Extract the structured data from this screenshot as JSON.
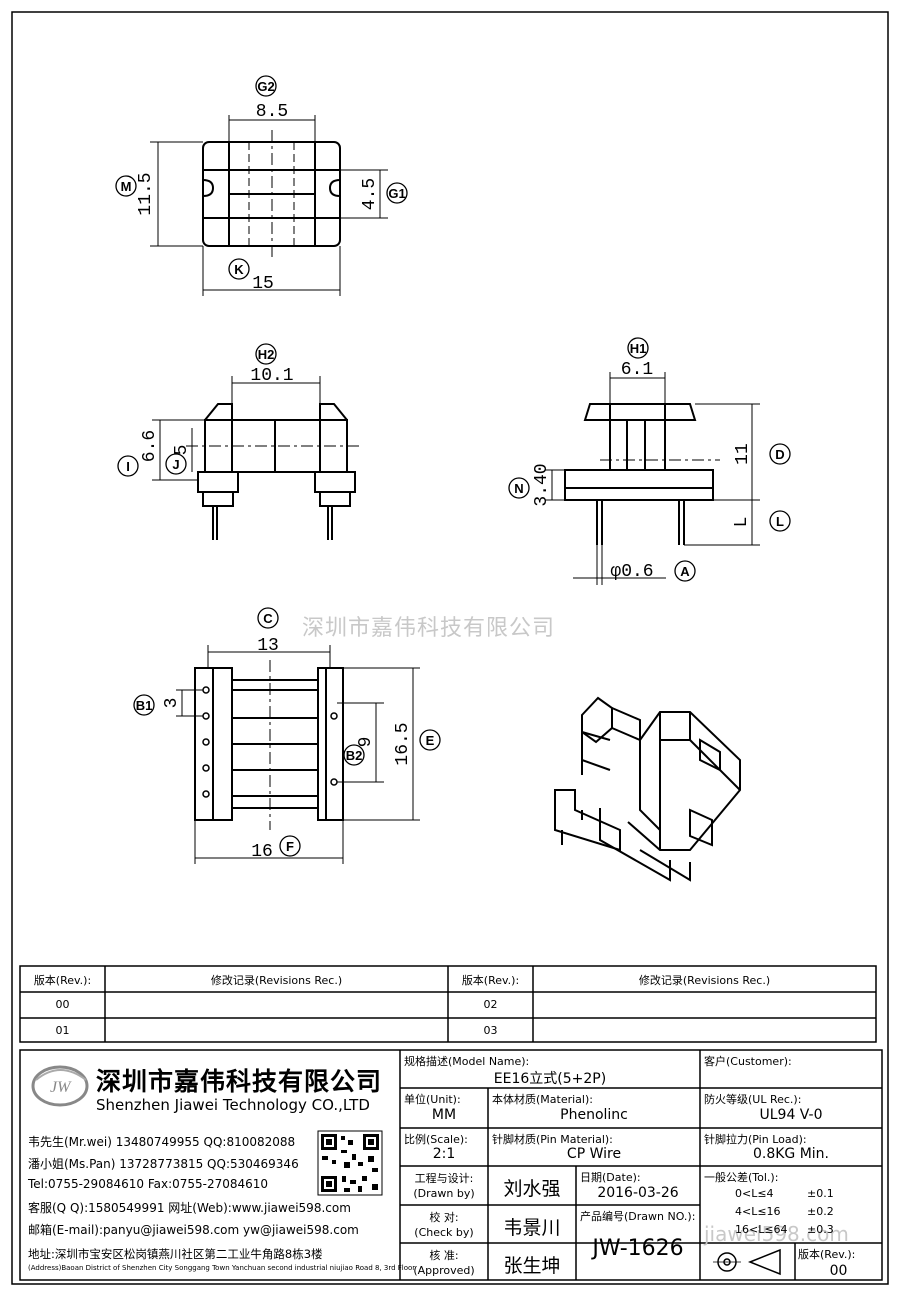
{
  "drawing": {
    "dims": {
      "G2": "8.5",
      "M": "11.5",
      "G1": "4.5",
      "K": "15",
      "H2": "10.1",
      "I": "6.6",
      "J": "5",
      "H1": "6.1",
      "D": "11",
      "N": "3.40",
      "L": "L",
      "A": "φ0.6",
      "C": "13",
      "B1": "3",
      "B2": "9",
      "E": "16.5",
      "F": "16"
    },
    "labels": {
      "G2": "G2",
      "M": "M",
      "G1": "G1",
      "K": "K",
      "H2": "H2",
      "I": "I",
      "J": "J",
      "H1": "H1",
      "D": "D",
      "N": "N",
      "L": "L",
      "A": "A",
      "C": "C",
      "B1": "B1",
      "B2": "B2",
      "E": "E",
      "F": "F"
    }
  },
  "watermark": "深圳市嘉伟科技有限公司",
  "watermark2": "jiawei598.com",
  "revisions": {
    "header": {
      "rev": "版本(Rev.):",
      "rec": "修改记录(Revisions Rec.)",
      "rev2": "版本(Rev.):",
      "rec2": "修改记录(Revisions Rec.)"
    },
    "rows": [
      {
        "rev": "00",
        "rec": "",
        "rev2": "02",
        "rec2": ""
      },
      {
        "rev": "01",
        "rec": "",
        "rev2": "03",
        "rec2": ""
      }
    ]
  },
  "company": {
    "logo_text": "JW",
    "name_cn": "深圳市嘉伟科技有限公司",
    "name_en": "Shenzhen Jiawei Technology CO.,LTD",
    "contacts": [
      "韦先生(Mr.wei) 13480749955 QQ:810082088",
      "潘小姐(Ms.Pan) 13728773815 QQ:530469346",
      "Tel:0755-29084610      Fax:0755-27084610",
      "客服(Q Q):1580549991   网址(Web):www.jiawei598.com",
      "邮箱(E-mail):panyu@jiawei598.com  yw@jiawei598.com"
    ],
    "address_cn": "地址:深圳市宝安区松岗镇燕川社区第二工业牛角路8栋3楼",
    "address_en": "(Address)Baoan District of Shenzhen City Songgang Town Yanchuan  second industrial niujiao Road 8, 3rd Floor"
  },
  "titleblock": {
    "model_label": "规格描述(Model Name):",
    "model_value": "EE16立式(5+2P)",
    "customer_label": "客户(Customer):",
    "customer_value": "",
    "unit_label": "单位(Unit):",
    "unit_value": "MM",
    "material_label": "本体材质(Material):",
    "material_value": "Phenolinc",
    "ul_label": "防火等级(UL Rec.):",
    "ul_value": "UL94 V-0",
    "scale_label": "比例(Scale):",
    "scale_value": "2:1",
    "pin_label": "针脚材质(Pin Material):",
    "pin_value": "CP Wire",
    "load_label": "针脚拉力(Pin Load):",
    "load_value": "0.8KG Min.",
    "drawn_label": "工程与设计:",
    "drawn_label_en": "(Drawn by)",
    "drawn_value": "刘水强",
    "date_label": "日期(Date):",
    "date_value": "2016-03-26",
    "check_label": "校  对:",
    "check_label_en": "(Check by)",
    "check_value": "韦景川",
    "drawno_label": "产品编号(Drawn NO.):",
    "drawno_value": "JW-1626",
    "approved_label": "核  准:",
    "approved_label_en": "(Approved)",
    "approved_value": "张生坤",
    "tol_label": "一般公差(Tol.):",
    "tol": [
      {
        "range": "0<L≤4",
        "val": "±0.1"
      },
      {
        "range": "4<L≤16",
        "val": "±0.2"
      },
      {
        "range": "16<L≤64",
        "val": "±0.3"
      }
    ],
    "rev_label": "版本(Rev.):",
    "rev_value": "00"
  }
}
